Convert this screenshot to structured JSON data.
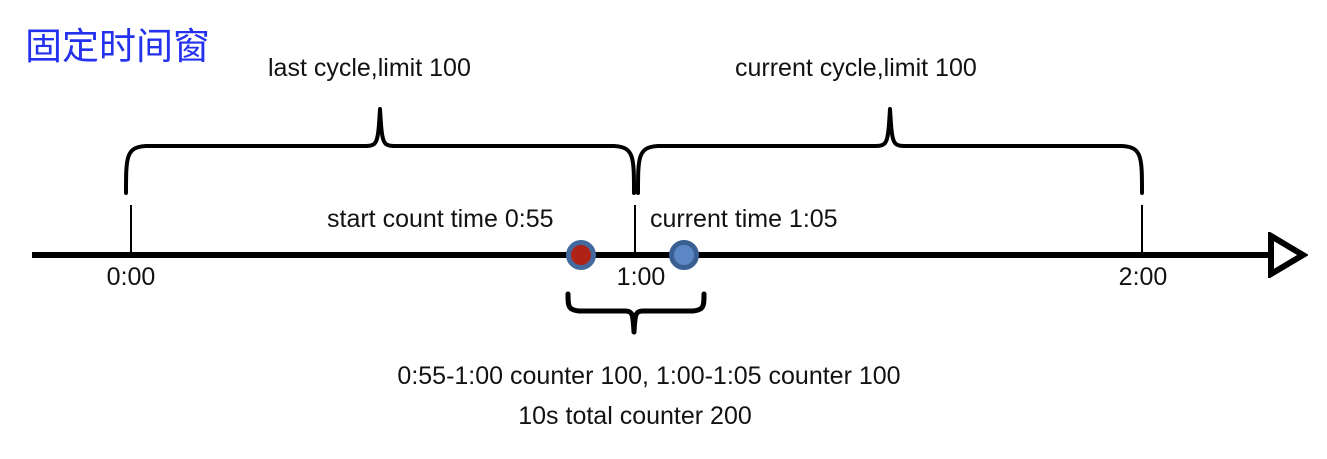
{
  "diagram": {
    "title": "固定时间窗",
    "title_color": "#2432F0",
    "labels": {
      "last_cycle": "last cycle,limit 100",
      "current_cycle": "current cycle,limit 100",
      "start_count_time": "start count time 0:55",
      "current_time": "current time 1:05"
    },
    "axis": {
      "ticks": [
        {
          "label": "0:00"
        },
        {
          "label": "1:00"
        },
        {
          "label": "2:00"
        }
      ],
      "arrow_icon": "right-arrow-triangle-icon"
    },
    "markers": [
      {
        "name": "start-count-marker",
        "time": "0:55",
        "fill": "#AF2317",
        "stroke": "#44699E"
      },
      {
        "name": "current-time-marker",
        "time": "1:05",
        "fill": "#5B88C4",
        "stroke": "#3A5F93"
      }
    ],
    "footnotes": [
      "0:55-1:00 counter 100, 1:00-1:05 counter 100",
      "10s total counter 200"
    ]
  }
}
